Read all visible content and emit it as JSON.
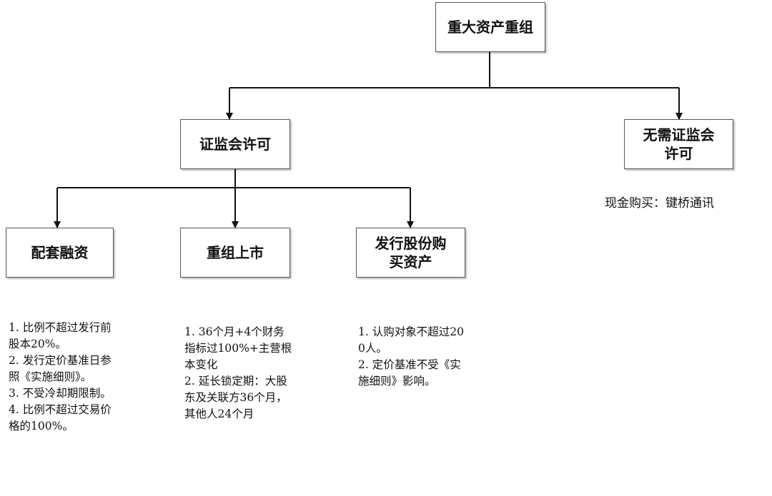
{
  "root": {
    "label": "重大资产重组"
  },
  "branches": {
    "csrc": {
      "label": "证监会许可"
    },
    "no_csrc": {
      "label": "无需证监会\n许可",
      "note": "现金购买：键桥通讯"
    }
  },
  "children": [
    {
      "label": "配套融资",
      "notes": [
        "1. 比例不超过发行前股本20%。",
        "2. 发行定价基准日参照《实施细则》。",
        "3. 不受冷却期限制。",
        "4. 比例不超过交易价格的100%。"
      ]
    },
    {
      "label": "重组上市",
      "notes": [
        "1. 36个月+4个财务指标过100%+主营根本变化",
        "2. 延长锁定期：大股东及关联方36个月，其他人24个月"
      ]
    },
    {
      "label": "发行股份购\n买资产",
      "notes": [
        "1. 认购对象不超过200人。",
        "2. 定价基准不受《实施细则》影响。"
      ]
    }
  ]
}
